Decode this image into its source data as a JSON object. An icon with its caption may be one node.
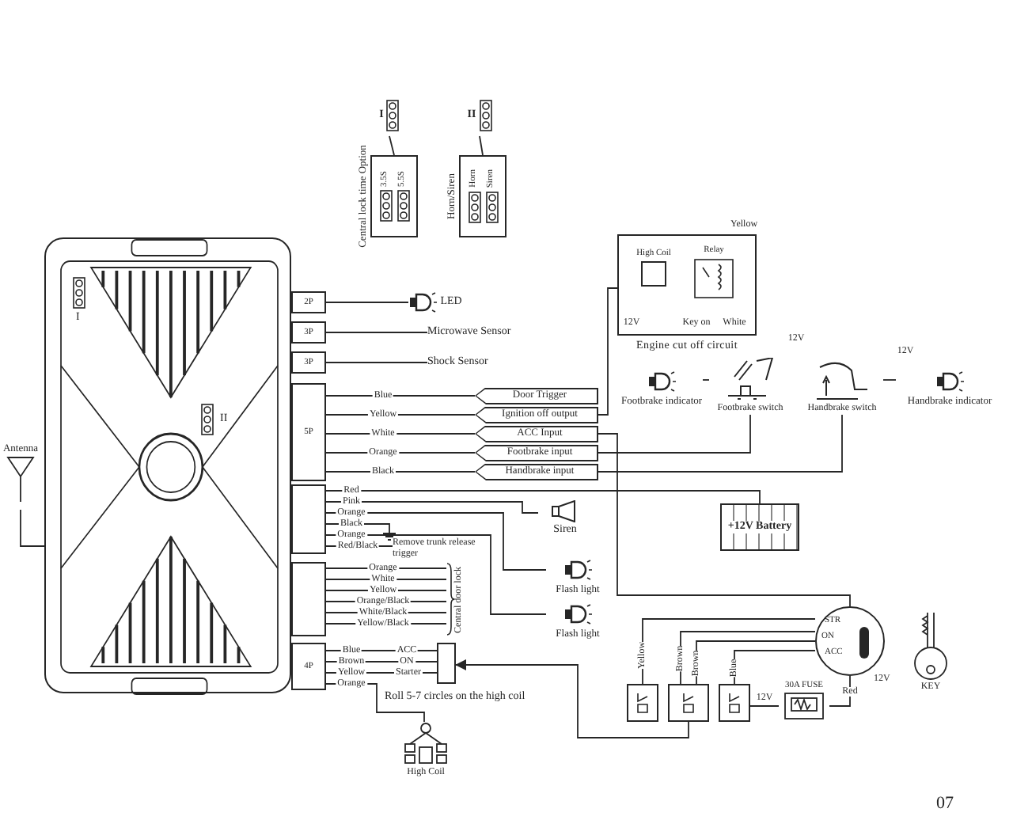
{
  "diagram": {
    "nodes": [
      {
        "text": [
          "I",
          "II"
        ]
      },
      {
        "text": [
          "Antenna"
        ]
      },
      {
        "text": [
          "2P"
        ]
      },
      {
        "text": [
          "3P"
        ]
      },
      {
        "text": [
          "3P"
        ]
      },
      {
        "text": [
          "5P"
        ]
      },
      {
        "text": [],
        "shape": "box"
      },
      {
        "text": [],
        "shape": "box"
      },
      {
        "text": [
          "4P"
        ]
      },
      {
        "text": [
          "LED"
        ]
      },
      {
        "text": [
          "Microwave Sensor"
        ]
      },
      {
        "text": [
          "Shock Sensor"
        ]
      },
      {
        "text": [
          "Door Trigger"
        ]
      },
      {
        "text": [
          "Ignition off output"
        ]
      },
      {
        "text": [
          "ACC Input"
        ]
      },
      {
        "text": [
          "Footbrake input"
        ]
      },
      {
        "text": [
          "Handbrake input"
        ]
      },
      {
        "text": [
          "Siren"
        ]
      },
      {
        "text": [
          "Flash light"
        ]
      },
      {
        "text": [
          "Flash light"
        ]
      },
      {
        "text": [
          "Remove trunk release trigger"
        ]
      },
      {
        "text": [
          "Central door lock"
        ]
      },
      {
        "text": [],
        "shape": "box"
      },
      {
        "text": [
          "High Coil"
        ]
      },
      {
        "text": [
          "Engine cut off circuit"
        ]
      },
      {
        "text": [
          "High Coil"
        ],
        "in": 24
      },
      {
        "text": [
          "Relay"
        ],
        "in": 24
      },
      {
        "text": [
          "Footbrake indicator"
        ]
      },
      {
        "text": [
          "Footbrake switch"
        ]
      },
      {
        "text": [
          "Handbrake switch"
        ]
      },
      {
        "text": [
          "Handbrake indicator"
        ]
      },
      {
        "text": [
          "+12V Battery"
        ]
      },
      {
        "text": [
          "STR",
          "ON",
          "ACC"
        ],
        "beside": [
          "12V"
        ]
      },
      {
        "text": [
          "KEY"
        ]
      },
      {
        "text": [
          "30A FUSE"
        ]
      },
      {
        "text": [],
        "shape": "box"
      },
      {
        "text": [],
        "shape": "box"
      },
      {
        "text": [],
        "shape": "box"
      },
      {
        "text": [
          "I"
        ]
      },
      {
        "text": [
          "Central lock time Option",
          "3.5S",
          "5.5S"
        ]
      },
      {
        "text": [
          "II"
        ]
      },
      {
        "text": [
          "Horn/Siren",
          "Horn",
          "Siren"
        ]
      }
    ],
    "edges": [
      {
        "from": 1,
        "to": 0,
        "arrow": "none"
      },
      {
        "from": 2,
        "to": 9,
        "arrow": "none"
      },
      {
        "from": 3,
        "to": 10,
        "arrow": "none"
      },
      {
        "from": 4,
        "to": 11,
        "arrow": "none"
      },
      {
        "from": 5,
        "to": 12,
        "arrow": "none",
        "label": "Blue"
      },
      {
        "from": 5,
        "to": 13,
        "arrow": "none",
        "label": "Yellow"
      },
      {
        "from": 5,
        "to": 14,
        "arrow": "none",
        "label": "White"
      },
      {
        "from": 5,
        "to": 15,
        "arrow": "none",
        "label": "Orange"
      },
      {
        "from": 5,
        "to": 16,
        "arrow": "none",
        "label": "Black"
      },
      {
        "from": 6,
        "to": 31,
        "arrow": "none",
        "label": "Red"
      },
      {
        "from": 6,
        "to": 17,
        "arrow": "none",
        "label": "Pink"
      },
      {
        "from": 6,
        "to": 18,
        "arrow": "none",
        "label": "Orange"
      },
      {
        "from": 6,
        "to": 19,
        "arrow": "none",
        "label": "Orange"
      },
      {
        "from": 6,
        "to": 20,
        "arrow": "none",
        "label": "Red/Black"
      },
      {
        "from": 7,
        "to": 21,
        "arrow": "none",
        "label": "Orange"
      },
      {
        "from": 7,
        "to": 21,
        "arrow": "none",
        "label": "White"
      },
      {
        "from": 7,
        "to": 21,
        "arrow": "none",
        "label": "Yellow"
      },
      {
        "from": 7,
        "to": 21,
        "arrow": "none",
        "label": "Orange/Black"
      },
      {
        "from": 7,
        "to": 21,
        "arrow": "none",
        "label": "White/Black"
      },
      {
        "from": 7,
        "to": 21,
        "arrow": "none",
        "label": "Yellow/Black"
      },
      {
        "from": 8,
        "to": 22,
        "arrow": "none",
        "label": "Blue"
      },
      {
        "from": 8,
        "to": 22,
        "arrow": "none",
        "label": "Brown"
      },
      {
        "from": 8,
        "to": 22,
        "arrow": "none",
        "label": "Yellow"
      },
      {
        "from": 8,
        "to": 23,
        "arrow": "none",
        "label": "Orange"
      },
      {
        "from": 13,
        "to": 24,
        "arrow": "none"
      },
      {
        "from": 14,
        "to": 32,
        "arrow": "none"
      },
      {
        "from": 15,
        "to": 28,
        "arrow": "none"
      },
      {
        "from": 16,
        "to": 29,
        "arrow": "none"
      },
      {
        "from": 27,
        "to": 28,
        "arrow": "none"
      },
      {
        "from": 29,
        "to": 30,
        "arrow": "none"
      },
      {
        "from": 32,
        "to": 35,
        "arrow": "none",
        "label": "Yellow"
      },
      {
        "from": 32,
        "to": 36,
        "arrow": "none",
        "label": "Brown"
      },
      {
        "from": 32,
        "to": 36,
        "arrow": "none",
        "label": "Brown"
      },
      {
        "from": 32,
        "to": 37,
        "arrow": "none",
        "label": "Blue"
      },
      {
        "from": 37,
        "to": 34,
        "arrow": "none",
        "label": "12V"
      },
      {
        "from": 34,
        "to": 32,
        "arrow": "none",
        "label": "Red"
      },
      {
        "from": 36,
        "to": 22,
        "arrow": "to"
      },
      {
        "from": 38,
        "to": 39,
        "arrow": "none"
      },
      {
        "from": 40,
        "to": 41,
        "arrow": "none"
      }
    ],
    "labels": [
      "Black",
      "ACC",
      "ON",
      "Starter",
      "Roll 5-7 circles on the high coil",
      "Yellow",
      "White",
      "Key on",
      "12V",
      "12V",
      "12V",
      "07"
    ]
  }
}
